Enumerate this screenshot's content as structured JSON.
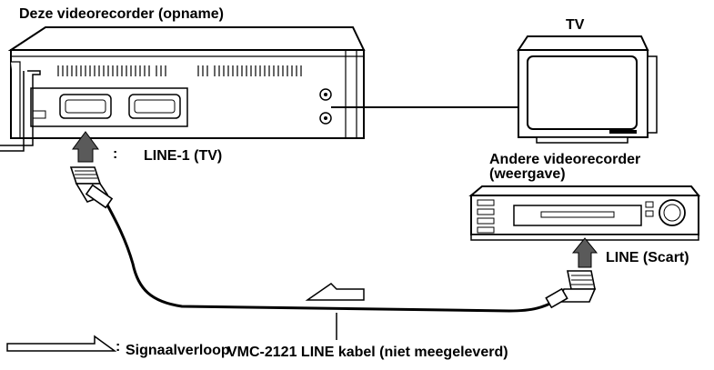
{
  "labels": {
    "recorder_title": "Deze videorecorder (opname)",
    "tv_title": "TV",
    "other_recorder_title_line1": "Andere videorecorder",
    "other_recorder_title_line2": "(weergave)",
    "input_colon": ":",
    "input_label": "LINE-1 (TV)",
    "output_label": "LINE (Scart)",
    "legend_colon": ":",
    "legend_label": "Signaalverloop",
    "cable_label": "VMC-2121 LINE kabel (niet meegeleverd)"
  },
  "colors": {
    "line": "#000000",
    "fill": "#ffffff",
    "shade": "#cfcfcf",
    "arrow": "#5a5a5a"
  }
}
